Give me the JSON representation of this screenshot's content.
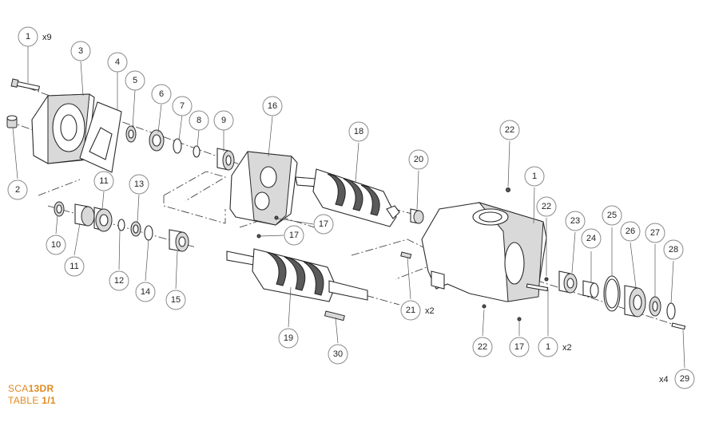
{
  "model": {
    "prefix": "SCA",
    "code": "13DR"
  },
  "table": {
    "label": "TABLE",
    "value": "1/1"
  },
  "callouts": [
    {
      "n": "1",
      "qty": "x9"
    },
    {
      "n": "2"
    },
    {
      "n": "3"
    },
    {
      "n": "4"
    },
    {
      "n": "5"
    },
    {
      "n": "6"
    },
    {
      "n": "7"
    },
    {
      "n": "8"
    },
    {
      "n": "9"
    },
    {
      "n": "10"
    },
    {
      "n": "11"
    },
    {
      "n": "11"
    },
    {
      "n": "12"
    },
    {
      "n": "13"
    },
    {
      "n": "14"
    },
    {
      "n": "15"
    },
    {
      "n": "16"
    },
    {
      "n": "17"
    },
    {
      "n": "17"
    },
    {
      "n": "18"
    },
    {
      "n": "19"
    },
    {
      "n": "20"
    },
    {
      "n": "21",
      "qty": "x2"
    },
    {
      "n": "22"
    },
    {
      "n": "22"
    },
    {
      "n": "22"
    },
    {
      "n": "1"
    },
    {
      "n": "23"
    },
    {
      "n": "24"
    },
    {
      "n": "25"
    },
    {
      "n": "26"
    },
    {
      "n": "27"
    },
    {
      "n": "28"
    },
    {
      "n": "29",
      "qty": "x4"
    },
    {
      "n": "30"
    },
    {
      "n": "17"
    },
    {
      "n": "1",
      "qty": "x2"
    }
  ]
}
